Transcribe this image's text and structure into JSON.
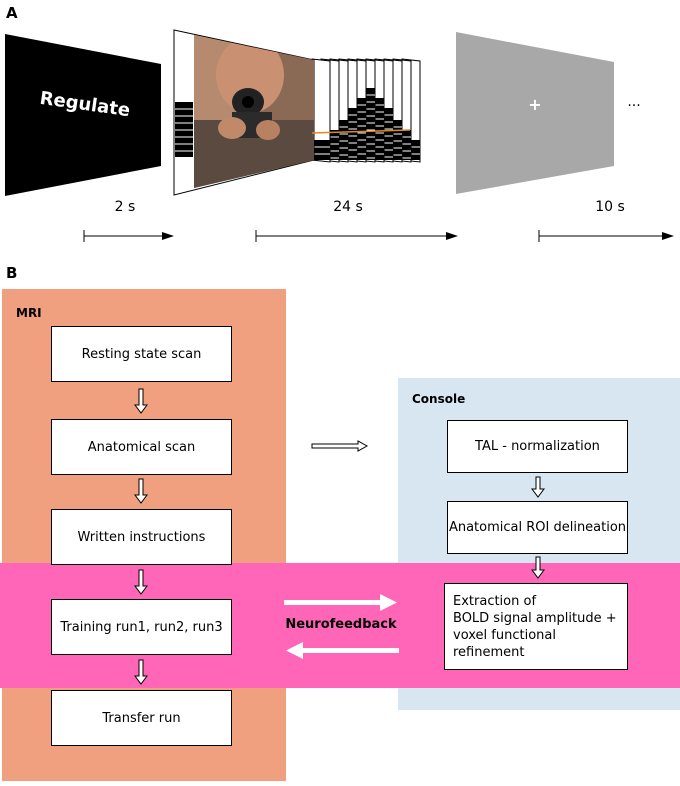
{
  "panel_a": {
    "letter": "A",
    "cue_text": "Regulate",
    "fixation_symbol": "+",
    "ellipsis": "...",
    "durations": [
      "2 s",
      "24 s",
      "10 s"
    ]
  },
  "panel_b": {
    "letter": "B",
    "mri_label": "MRI",
    "console_label": "Console",
    "mri_steps": [
      "Resting state scan",
      "Anatomical scan",
      "Written instructions",
      "Training run1, run2, run3",
      "Transfer run"
    ],
    "console_steps": [
      "TAL - normalization",
      "Anatomical ROI delineation"
    ],
    "extraction_lines": [
      "Extraction of",
      "BOLD signal amplitude +",
      "voxel functional refinement"
    ],
    "neurofeedback_label": "Neurofeedback",
    "colors": {
      "mri_bg": "#f0a07f",
      "console_bg": "#d8e6f2",
      "neurofeedback_band": "#ff66b8",
      "arrow": "#ffffff"
    }
  }
}
